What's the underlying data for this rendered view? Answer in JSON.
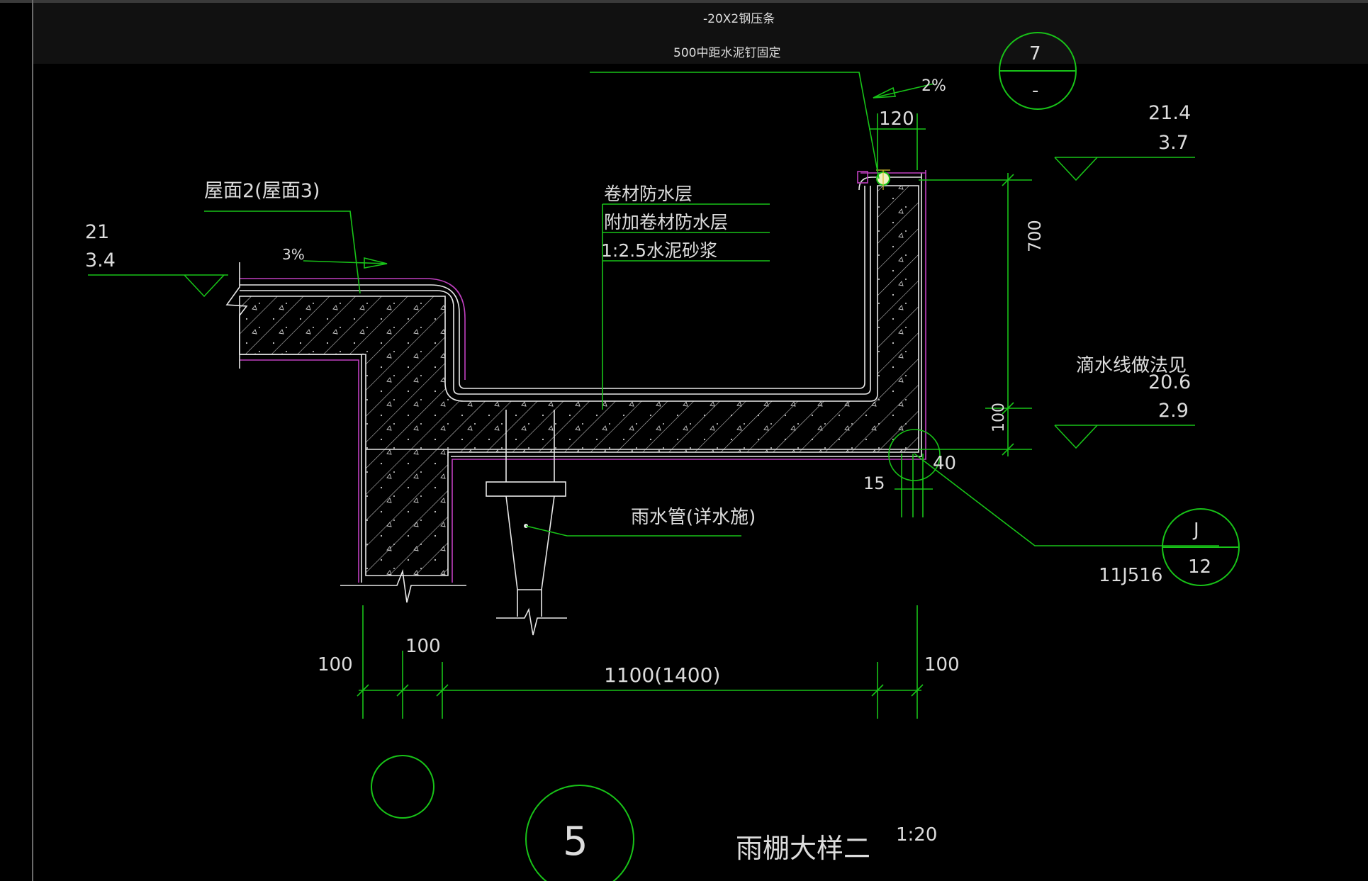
{
  "drawing": {
    "top_note_1": "-20X2钢压条",
    "top_note_2": "500中距水泥钉固定",
    "slope_top": "2%",
    "slope_left": "3%",
    "dim_120": "120",
    "dim_700": "700",
    "dim_100_vert": "100",
    "dim_40": "40",
    "dim_15": "15",
    "dim_bottom_left_100": "100",
    "dim_bottom_100_upper": "100",
    "dim_bottom_main": "1100(1400)",
    "dim_bottom_right_100": "100",
    "roof_label": "屋面2(屋面3)",
    "layer_1": "卷材防水层",
    "layer_2": "附加卷材防水层",
    "layer_3": "1:2.5水泥砂浆",
    "drain_pipe": "雨水管(详水施)",
    "drip_line": "滴水线做法见",
    "elev_left_1": "21",
    "elev_left_2": "3.4",
    "elev_top_right_1": "21.4",
    "elev_top_right_2": "3.7",
    "elev_mid_right_1": "20.6",
    "elev_mid_right_2": "2.9",
    "callout_7_top": "7",
    "callout_7_bottom": "-",
    "callout_j_top": "J",
    "callout_j_bottom": "12",
    "callout_j_ref": "11J516",
    "detail_number": "5",
    "detail_title": "雨棚大样二",
    "detail_scale": "1:20"
  },
  "colors": {
    "background": "#000000",
    "line": "#18c318",
    "text": "#dcdcdc",
    "membrane": "#c040c0"
  }
}
